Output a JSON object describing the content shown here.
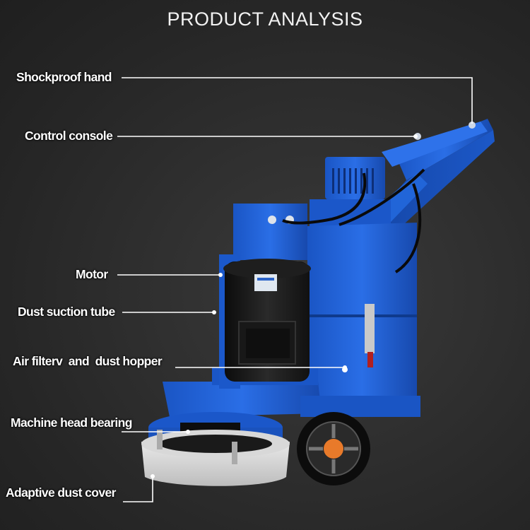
{
  "title": "PRODUCT ANALYSIS",
  "labels": {
    "shockproof_hand": "Shockproof hand",
    "control_console": "Control console",
    "motor": "Motor",
    "dust_suction_tube": "Dust suction tube",
    "air_filter_dust_hopper": "Air filterv  and  dust hopper",
    "machine_head_bearing": "Machine head bearing",
    "adaptive_dust_cover": "Adaptive dust cover"
  },
  "colors": {
    "background": "#2b2b2b",
    "machine_blue": "#1d5fd1",
    "label_text": "#ffffff"
  }
}
